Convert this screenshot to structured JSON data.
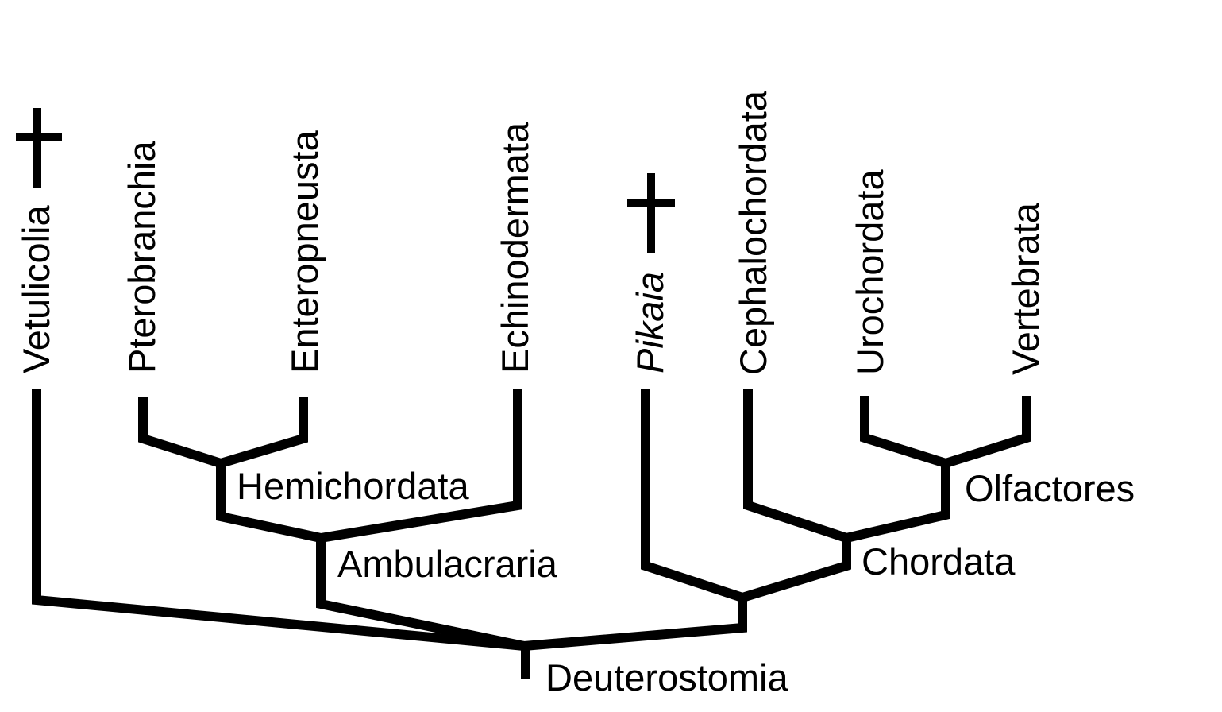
{
  "taxa": {
    "vetulicolia": "Vetulicolia",
    "pterobranchia": "Pterobranchia",
    "enteropneusta": "Enteropneusta",
    "echinodermata": "Echinodermata",
    "pikaia": "Pikaia",
    "cephalochordata": "Cephalochordata",
    "urochordata": "Urochordata",
    "vertebrata": "Vertebrata"
  },
  "clades": {
    "hemichordata": "Hemichordata",
    "ambulacraria": "Ambulacraria",
    "deuterostomia": "Deuterostomia",
    "chordata": "Chordata",
    "olfactores": "Olfactores"
  },
  "extinct_marker": "dagger-icon",
  "line_color": "#000000",
  "background_color": "#ffffff"
}
